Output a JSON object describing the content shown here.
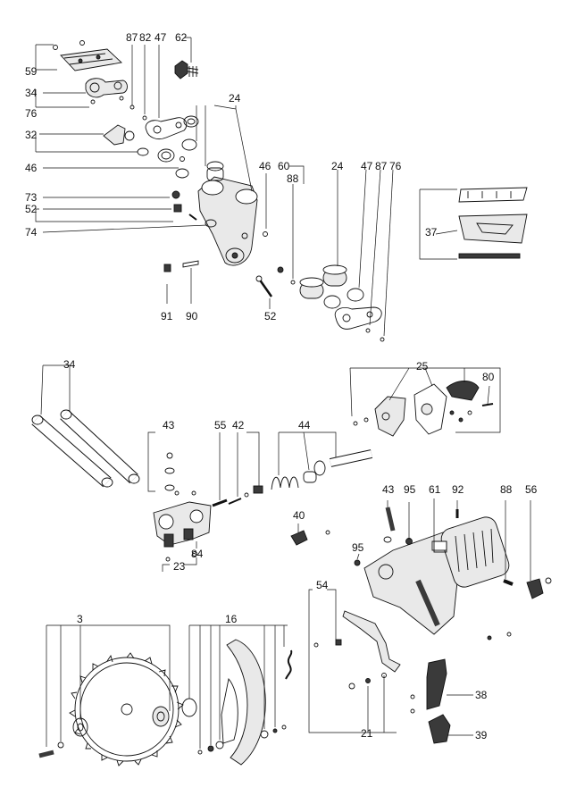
{
  "labels": {
    "l59": "59",
    "l34a": "34",
    "l76a": "76",
    "l32": "32",
    "l46a": "46",
    "l73": "73",
    "l52a": "52",
    "l74": "74",
    "l87a": "87",
    "l82": "82",
    "l47a": "47",
    "l62": "62",
    "l24a": "24",
    "l46b": "46",
    "l60": "60",
    "l88a": "88",
    "l24b": "24",
    "l47b": "47",
    "l87b": "87",
    "l76b": "76",
    "l37": "37",
    "l91": "91",
    "l90": "90",
    "l52b": "52",
    "l34b": "34",
    "l25": "25",
    "l80": "80",
    "l43a": "43",
    "l55": "55",
    "l42": "42",
    "l44": "44",
    "l43b": "43",
    "l95a": "95",
    "l61": "61",
    "l92": "92",
    "l88b": "88",
    "l56": "56",
    "l40": "40",
    "l95b": "95",
    "l54": "54",
    "l23": "23",
    "l84": "84",
    "l3": "3",
    "l16": "16",
    "l38": "38",
    "l21": "21",
    "l39": "39"
  },
  "colors": {
    "ink": "#111111",
    "fill": "#e9e9e9",
    "dark": "#3a3a3a",
    "paper": "#ffffff"
  }
}
